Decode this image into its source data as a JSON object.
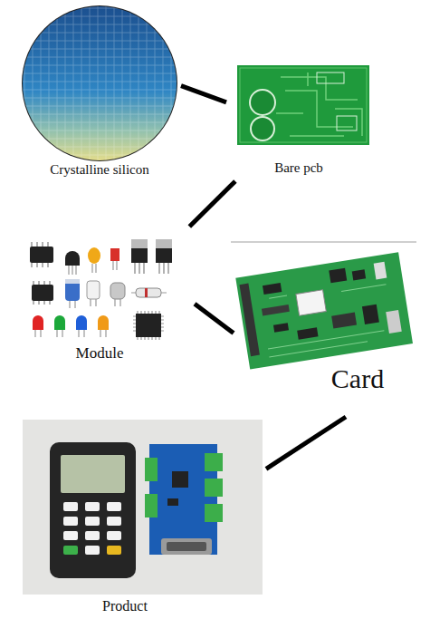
{
  "diagram": {
    "nodes": [
      {
        "text": [
          "Crystalline silicon"
        ]
      },
      {
        "text": [
          "Bare pcb"
        ]
      },
      {
        "text": [
          "Module"
        ]
      },
      {
        "text": [
          "Card"
        ]
      },
      {
        "text": [
          "Product"
        ]
      }
    ],
    "edges": [
      {
        "from": 0,
        "to": 1,
        "arrow": "none"
      },
      {
        "from": 1,
        "to": 2,
        "arrow": "none"
      },
      {
        "from": 2,
        "to": 3,
        "arrow": "none"
      },
      {
        "from": 3,
        "to": 4,
        "arrow": "none"
      }
    ]
  }
}
